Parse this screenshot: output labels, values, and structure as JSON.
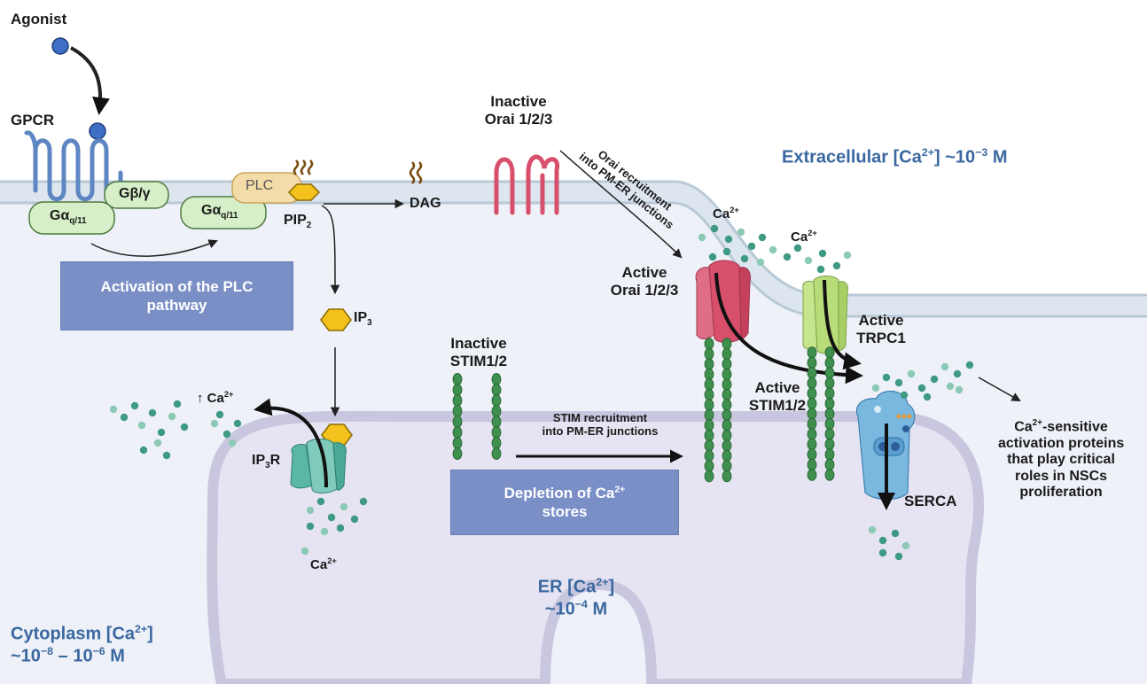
{
  "labels": {
    "agonist": "Agonist",
    "gpcr": "GPCR",
    "gbg": "Gβ/γ",
    "gaq_base": "Gα",
    "gaq_sub": "q/11",
    "plc": "PLC",
    "pip2_base": "PIP",
    "pip2_sub": "2",
    "dag": "DAG",
    "ip3_base": "IP",
    "ip3_sub": "3",
    "ip3r_base": "IP",
    "ip3r_sub": "3",
    "ip3r_suffix": "R",
    "inactive_orai_line1": "Inactive",
    "inactive_orai_line2": "Orai 1/2/3",
    "orai_recruit_line1": "Orai recruitment",
    "orai_recruit_line2": "into PM-ER junctions",
    "ca_top1_base": "Ca",
    "ca_top1_sup": "2+",
    "ca_top2_base": "Ca",
    "ca_top2_sup": "2+",
    "active_orai_line1": "Active",
    "active_orai_line2": "Orai 1/2/3",
    "active_trpc1_line1": "Active",
    "active_trpc1_line2": "TRPC1",
    "active_stim_line1": "Active",
    "active_stim_line2": "STIM1/2",
    "inactive_stim_line1": "Inactive",
    "inactive_stim_line2": "STIM1/2",
    "stim_recruit_line1": "STIM recruitment",
    "stim_recruit_line2": "into PM-ER junctions",
    "up_ca_prefix": "↑",
    "up_ca_base": "Ca",
    "up_ca_sup": "2+",
    "er_ca_base": "Ca",
    "er_ca_sup": "2+",
    "serca": "SERCA",
    "ca_sensitive_line1_base": "Ca",
    "ca_sensitive_line1_sup": "2+",
    "ca_sensitive_line1_rest": "-sensitive",
    "ca_sensitive_line2": "activation proteins",
    "ca_sensitive_line3": "that play critical",
    "ca_sensitive_line4": "roles in NSCs",
    "ca_sensitive_line5": "proliferation",
    "extracellular_a": "Extracellular [Ca",
    "extracellular_sup": "2+",
    "extracellular_b": "] ~10",
    "extracellular_exp": "−3",
    "extracellular_c": " M",
    "er_a": "ER [Ca",
    "er_sup": "2+",
    "er_b": "]",
    "er_c": "~10",
    "er_exp": "−4",
    "er_d": " M",
    "cyto_a": "Cytoplasm [Ca",
    "cyto_sup": "2+",
    "cyto_b": "]",
    "cyto_c": "~10",
    "cyto_exp1": "−8",
    "cyto_d": " – 10",
    "cyto_exp2": "−6",
    "cyto_e": " M"
  },
  "boxes": {
    "plc_line1": "Activation of the PLC",
    "plc_line2": "pathway",
    "depletion_base": "Depletion of Ca",
    "depletion_sup": "2+",
    "depletion_line2": "stores"
  },
  "colors": {
    "membrane": "#dde6ef",
    "membrane_line": "#b9c9d6",
    "cytoplasm": "#eef1f8",
    "er_fill": "#e6e4f2",
    "er_line": "#c9c6df",
    "ca_dot": "#3f9a83",
    "ca_dot_light": "#8ccab6",
    "orai": "#d84f6c",
    "gpcr": "#5e86c2",
    "galpha": "#d6efc8",
    "plc": "#f3dca7",
    "hexagon": "#f4c21c",
    "stim": "#3f8f4e",
    "ip3r": "#5ab7a6",
    "trpc1": "#b7dc79",
    "serca": "#7bb8e0",
    "box": "#7b8fc7",
    "text_blue": "#3b68a0"
  }
}
